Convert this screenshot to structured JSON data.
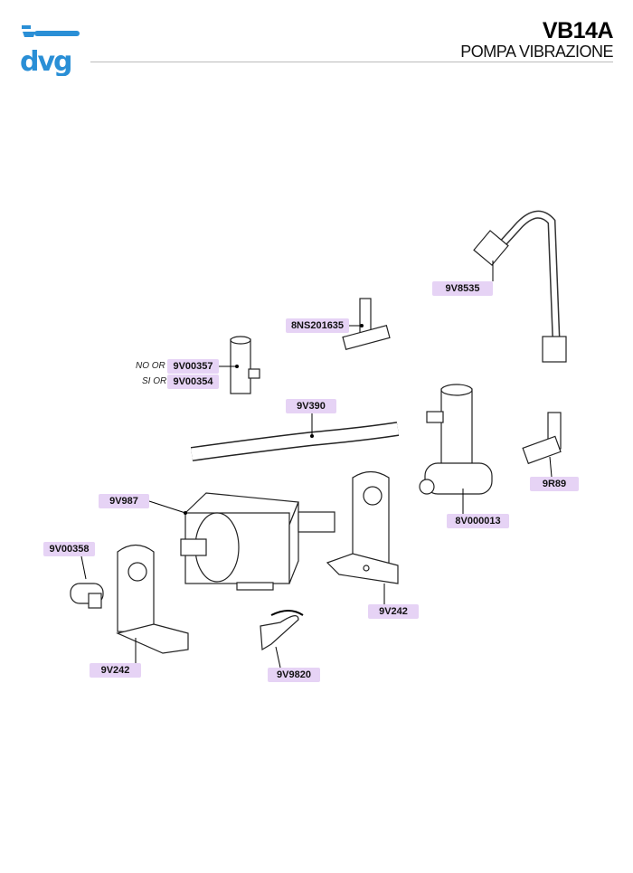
{
  "header": {
    "logo_text": "dvg",
    "brand_color": "#2a8fd6",
    "title": "VB14A",
    "subtitle": "POMPA VIBRAZIONE"
  },
  "parts": [
    {
      "code": "9V8535",
      "part": "bent-pipe"
    },
    {
      "code": "8NS201635",
      "part": "tee-fitting"
    },
    {
      "code": "9V00357",
      "prefix": "NO OR",
      "part": "valve-body"
    },
    {
      "code": "9V00354",
      "prefix": "SI OR",
      "part": "valve-body"
    },
    {
      "code": "9V390",
      "part": "hose"
    },
    {
      "code": "9V987",
      "part": "vibration-pump"
    },
    {
      "code": "8V000013",
      "part": "pump-outlet-fitting"
    },
    {
      "code": "9R89",
      "part": "elbow-fitting"
    },
    {
      "code": "9V00358",
      "part": "inlet-connector"
    },
    {
      "code": "9V242",
      "part": "bracket-right"
    },
    {
      "code": "9V242",
      "part": "bracket-left"
    },
    {
      "code": "9V9820",
      "part": "clip"
    }
  ],
  "label_color": "#e6d3f5"
}
